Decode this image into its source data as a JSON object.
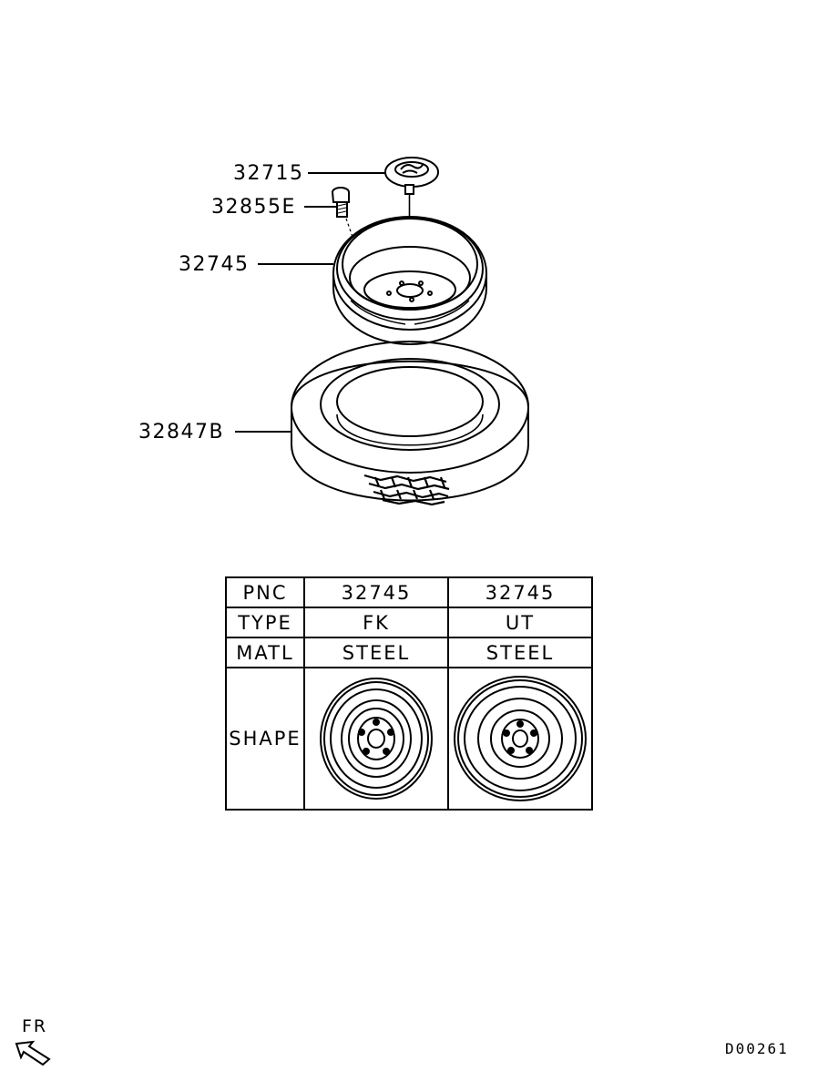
{
  "callouts": [
    {
      "id": "cap",
      "text": "32715"
    },
    {
      "id": "bolt",
      "text": "32855E"
    },
    {
      "id": "wheel",
      "text": "32745"
    },
    {
      "id": "tire",
      "text": "32847B"
    }
  ],
  "table": {
    "rows": [
      {
        "header": "PNC",
        "col1": "32745",
        "col2": "32745"
      },
      {
        "header": "TYPE",
        "col1": "FK",
        "col2": "UT"
      },
      {
        "header": "MATL",
        "col1": "STEEL",
        "col2": "STEEL"
      }
    ],
    "shape_header": "SHAPE"
  },
  "footer": {
    "direction": "FR",
    "drawing_code": "D00261"
  }
}
